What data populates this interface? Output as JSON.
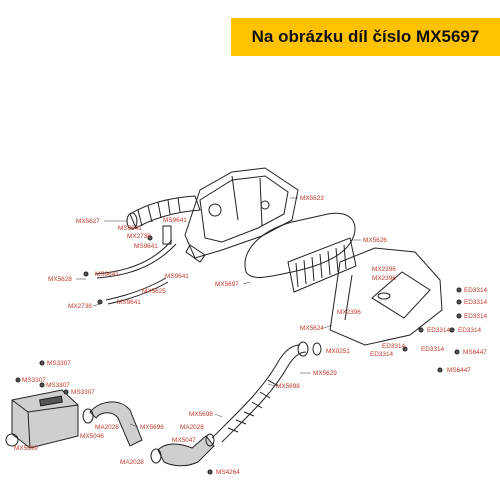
{
  "header": {
    "title": "Na obrázku díl číslo MX5697"
  },
  "colors": {
    "banner": "#ffc200",
    "label": "#c0392b"
  },
  "labels": {
    "MX5627": "MX5627",
    "MS9641_a": "MS9641",
    "MS9641_b": "MS9641",
    "MX2738_a": "MX2738",
    "MS9641_c": "MS9641",
    "MX5623": "MX5623",
    "MX5626": "MX5626",
    "MX5628": "MX5628",
    "MS9641_d": "MS9641",
    "MS9641_e": "MS9641",
    "MX5625": "MX5625",
    "MX2738_b": "MX2738",
    "MS9641_f": "MS9641",
    "MX5697": "MX5697",
    "MX2396_a": "MX2396",
    "MX2396_b": "MX2396",
    "MX2396_c": "MX2396",
    "ED3314_a": "ED3314",
    "ED3314_b": "ED3314",
    "ED3314_c": "ED3314",
    "ED3314_d": "ED3314",
    "ED3314_e": "ED3314",
    "ED3314_f": "ED3314",
    "ED3314_g": "ED3314",
    "ED3314_h": "ED3314",
    "MX5624": "MX5624",
    "MX0251": "MX0251",
    "MS6447_a": "MS6447",
    "MS6447_b": "MS6447",
    "MS3307_a": "MS3307",
    "MS3307_b": "MS3307",
    "MS3307_c": "MS3307",
    "MS3307_d": "MS3307",
    "MX5629": "MX5629",
    "MX5698_a": "MX5698",
    "MX5698_b": "MX5698",
    "MX5696": "MX5696",
    "MA2028_a": "MA2028",
    "MA2028_b": "MA2028",
    "MX5046": "MX5046",
    "MX5047": "MX5047",
    "MX5699": "MX5699",
    "MS4264": "MS4264"
  }
}
